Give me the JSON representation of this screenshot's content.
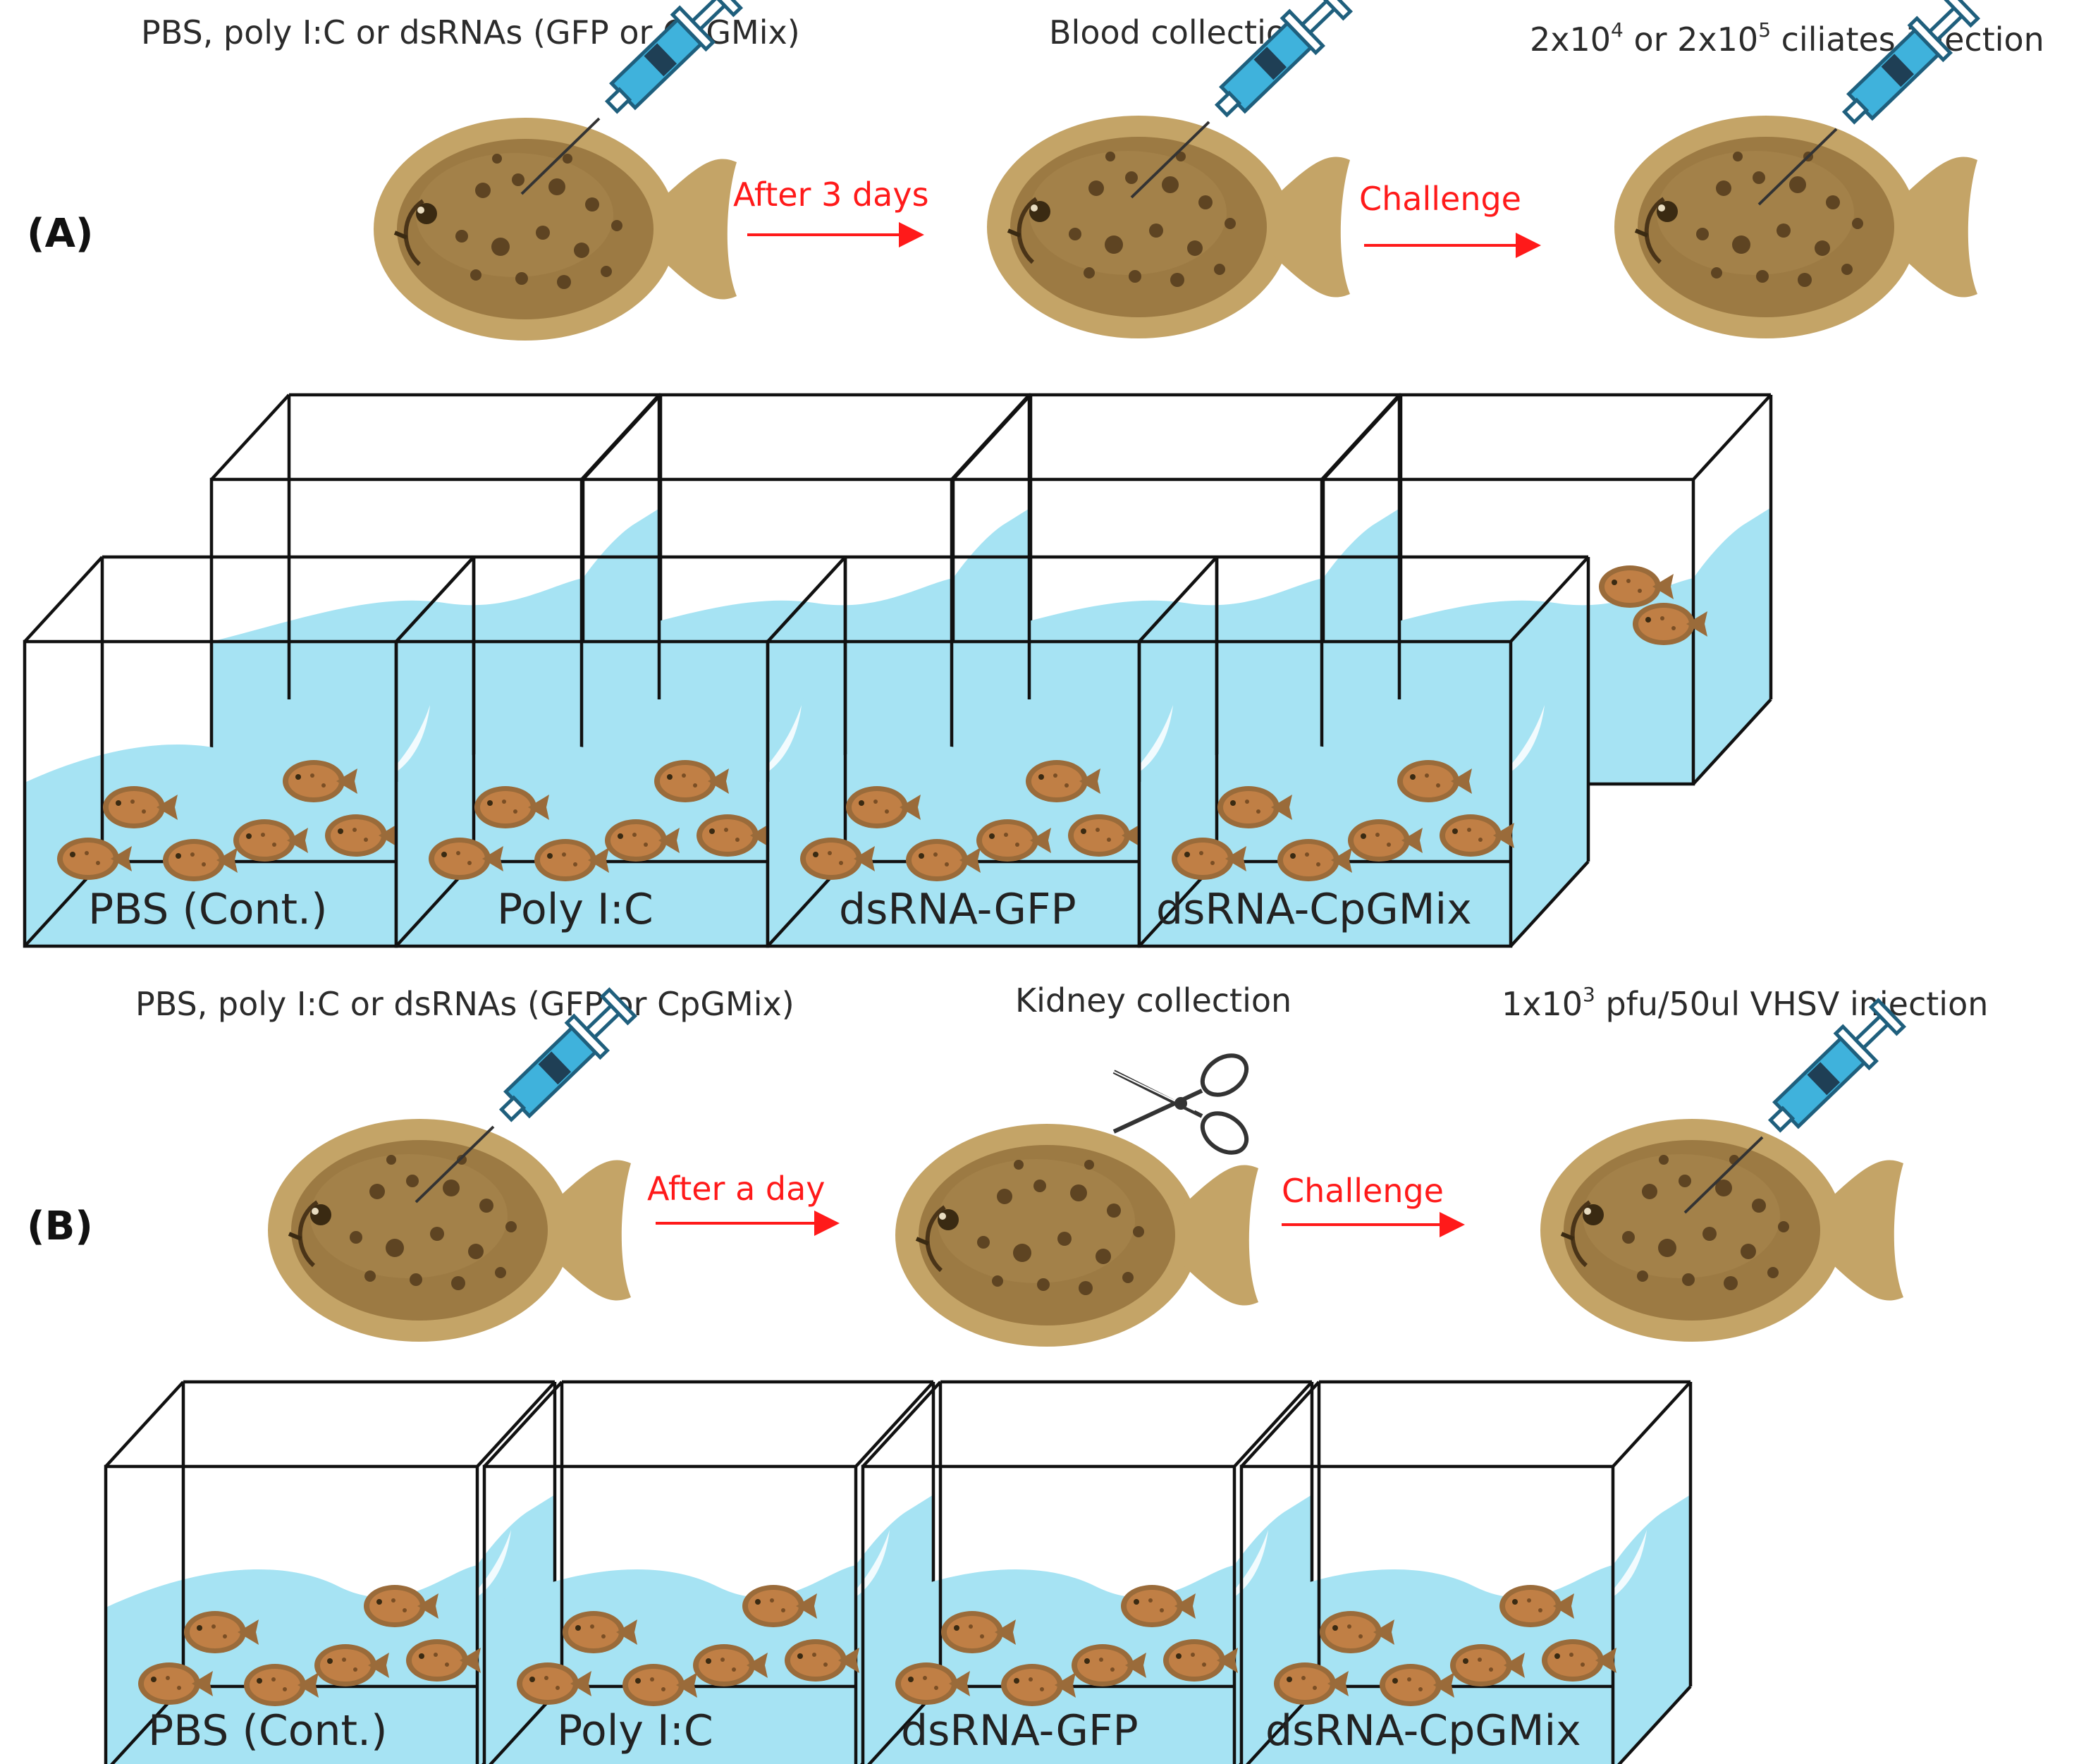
{
  "panels": [
    {
      "label": "(A)",
      "steps": [
        {
          "pre": "PBS, poly I:C or dsRNAs (GFP or CpGMix)",
          "sup": "",
          "mid": "",
          "sup2": "",
          "post": "",
          "icon": "syringe-icon"
        },
        {
          "pre": "Blood collection",
          "sup": "",
          "mid": "",
          "sup2": "",
          "post": "",
          "icon": "syringe-icon"
        },
        {
          "pre": "2x10",
          "sup": "4",
          "mid": " or 2x10",
          "sup2": "5",
          "post": " ciliates injection",
          "icon": "syringe-icon"
        }
      ],
      "arrows": [
        "After 3 days",
        "Challenge"
      ],
      "tanks": [
        "PBS (Cont.)",
        "Poly I:C",
        "dsRNA-GFP",
        "dsRNA-CpGMix"
      ]
    },
    {
      "label": "(B)",
      "steps": [
        {
          "pre": "PBS, poly I:C or dsRNAs (GFP or CpGMix)",
          "sup": "",
          "mid": "",
          "sup2": "",
          "post": "",
          "icon": "syringe-icon"
        },
        {
          "pre": "Kidney collection",
          "sup": "",
          "mid": "",
          "sup2": "",
          "post": "",
          "icon": "scissors-icon"
        },
        {
          "pre": "1x10",
          "sup": "3",
          "mid": " pfu/50ul VHSV injection",
          "sup2": "",
          "post": "",
          "icon": "syringe-icon"
        }
      ],
      "arrows": [
        "After a day",
        "Challenge"
      ],
      "tanks": [
        "PBS (Cont.)",
        "Poly I:C",
        "dsRNA-GFP",
        "dsRNA-CpGMix"
      ]
    }
  ],
  "colors": {
    "arrow": "#ff1a1a",
    "water": "#a6e3f3",
    "fish_body": "#9c7a43",
    "fish_fin": "#c4a467",
    "syringe": "#3fb2dc",
    "tank_line": "#111111"
  }
}
